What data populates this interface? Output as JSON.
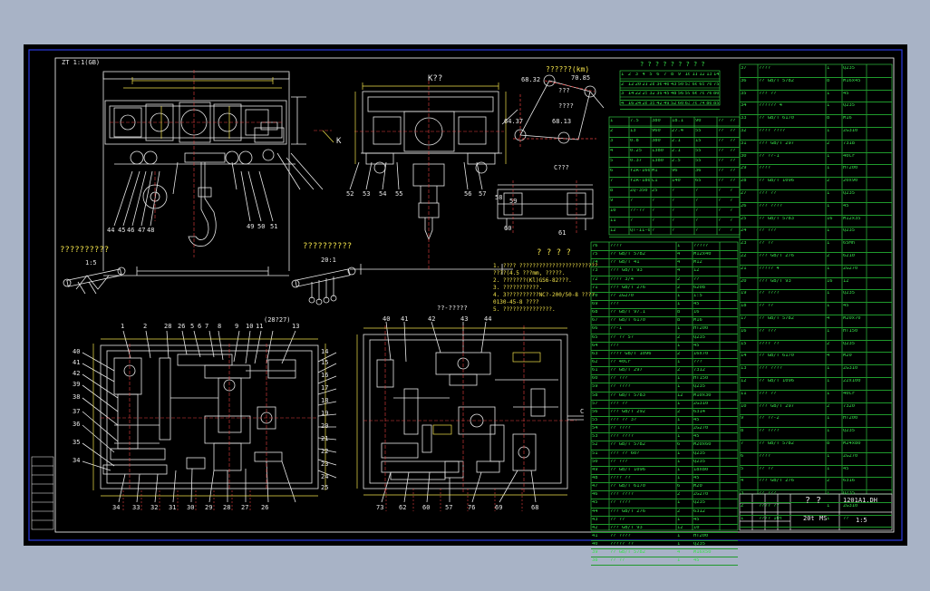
{
  "drawing": {
    "view_labels": {
      "top_left": "1:5",
      "top_left_code": "ZT 1:1(GB)",
      "side_view": "K??",
      "detail_title": "??????(km)",
      "left_caption": "??????????",
      "left_scale": "1:5",
      "mid_caption": "??????????",
      "mid_scale": "20:1",
      "detail_bottom": "C???",
      "notes_title": "? ? ? ?",
      "plan_right_title": "??-?????",
      "plan_left_label": "(28?27)",
      "section_c": "C"
    },
    "detail_dims": {
      "a": "68.32",
      "b": "70.85",
      "c": "64.37",
      "d": "68.13",
      "mid": "???",
      "b2": "????"
    },
    "notes": [
      "1. ???? ????????????????????????.",
      "   ????(4.5 ???mm, ?????.",
      "2. ???????(Kl)GS6-82???.",
      "3. ???????????.",
      "4. 3??????????NC?-200/50-8 ????",
      "   0130-45-8 ????",
      "5. ???????????????."
    ],
    "callouts_top": [
      "1",
      "2",
      "28",
      "26",
      "5",
      "6",
      "7",
      "8",
      "9",
      "10",
      "11",
      "13"
    ],
    "callouts_left": [
      "40",
      "41",
      "42",
      "39",
      "38",
      "37",
      "36",
      "35",
      "34"
    ],
    "callouts_right": [
      "14",
      "15",
      "16",
      "17",
      "18",
      "19",
      "20",
      "21",
      "22",
      "23",
      "24",
      "25"
    ],
    "callouts_bottom": [
      "34",
      "33",
      "32",
      "31",
      "30",
      "29",
      "28",
      "27",
      "26"
    ],
    "callouts_plan_top": [
      "40",
      "41",
      "42",
      "43",
      "44"
    ],
    "callouts_plan_bottom": [
      "73",
      "62",
      "60",
      "57",
      "76",
      "69",
      "68"
    ],
    "side_callouts": [
      "52",
      "53",
      "54",
      "55",
      "56",
      "57",
      "58",
      "59",
      "60",
      "61"
    ],
    "front_callouts": [
      "44",
      "45",
      "46",
      "47",
      "48",
      "49",
      "50",
      "51",
      "K"
    ]
  },
  "tables": {
    "top_title": "? ? ? ? ? ? ? ? ?",
    "param_table": [
      [
        "1",
        "2",
        "3",
        "4",
        "5",
        "6",
        "7",
        "8",
        "9",
        "10",
        "11",
        "12",
        "13",
        "14"
      ],
      [
        "2",
        "12",
        "20",
        "21",
        "28",
        "36",
        "40",
        "43",
        "50",
        "53",
        "60",
        "65",
        "70",
        "75"
      ],
      [
        "3",
        "14",
        "22",
        "25",
        "32",
        "39",
        "45",
        "48",
        "56",
        "59",
        "66",
        "70",
        "76",
        "80"
      ],
      [
        "4",
        "16",
        "24",
        "28",
        "35",
        "42",
        "49",
        "52",
        "60",
        "63",
        "70",
        "74",
        "80",
        "85"
      ]
    ],
    "spec_header": [
      "??",
      "???",
      "??",
      "???",
      "??"
    ],
    "spec_rows": [
      [
        "1",
        "7.5",
        "380",
        "18.1",
        "90",
        "??",
        "??"
      ],
      [
        "2",
        "13",
        "960",
        "27.4",
        "55",
        "??",
        "??"
      ],
      [
        "3",
        "0.8",
        "380",
        "2.1",
        "15",
        "??",
        "??"
      ],
      [
        "4",
        "0.25",
        "1380",
        "2.1",
        "55",
        "??",
        "??"
      ],
      [
        "5",
        "0.37",
        "1380",
        "2.5",
        "55",
        "??",
        "??"
      ],
      [
        "6",
        "YZR-160",
        "M1",
        "96",
        "36",
        "??",
        "??"
      ],
      [
        "7",
        "YZR-180",
        "L1",
        "140",
        "65",
        "??",
        "??"
      ],
      [
        "8",
        "ZQ-350",
        "25",
        "?",
        "?",
        "?",
        "?"
      ],
      [
        "9",
        "?",
        "?",
        "?",
        "?",
        "?",
        "?"
      ],
      [
        "10",
        "??-??",
        "?",
        "?",
        "?",
        "?",
        "?"
      ],
      [
        "11",
        "?",
        "?",
        "?",
        "?",
        "?",
        "?"
      ],
      [
        "12",
        "QT-11-0",
        "?",
        "?",
        "?",
        "?",
        "?"
      ]
    ],
    "bom_left": [
      [
        "76",
        "????",
        "1",
        "?????"
      ],
      [
        "75",
        "?? GB/T 5782",
        "4",
        "M12x40"
      ],
      [
        "74",
        "?? GB/T 41",
        "4",
        "M12"
      ],
      [
        "73",
        "??? GB/T 93",
        "4",
        "12"
      ],
      [
        "72",
        "???? 3/4",
        "2",
        "??"
      ],
      [
        "71",
        "??? GB/T 276",
        "2",
        "6208"
      ],
      [
        "70",
        "?? ZG270",
        "1",
        "1:5"
      ],
      [
        "69",
        "???",
        "1",
        "45"
      ],
      [
        "68",
        "?? GB/T 97.1",
        "8",
        "16"
      ],
      [
        "67",
        "?? GB/T 6170",
        "8",
        "M16"
      ],
      [
        "66",
        "??-1",
        "1",
        "HT200"
      ],
      [
        "65",
        "?? ?? 5?",
        "2",
        "Q235"
      ],
      [
        "64",
        "???",
        "1",
        "45"
      ],
      [
        "63",
        "???? GB/T 1096",
        "2",
        "16x70"
      ],
      [
        "62",
        "?? 40Cr",
        "1",
        "???"
      ],
      [
        "61",
        "?? GB/T 297",
        "2",
        "7312"
      ],
      [
        "60",
        "?? ???",
        "1",
        "HT150"
      ],
      [
        "59",
        "?? ????",
        "1",
        "Q235"
      ],
      [
        "58",
        "?? GB/T 5783",
        "12",
        "M10x30"
      ],
      [
        "57",
        "??? ??",
        "1",
        "ZG310"
      ],
      [
        "56",
        "??? GB/T 292",
        "2",
        "6314"
      ],
      [
        "55",
        "??? ?? 3?",
        "1",
        "45"
      ],
      [
        "54",
        "?? ????",
        "1",
        "ZG270"
      ],
      [
        "53",
        "??? ????",
        "1",
        "45"
      ],
      [
        "52",
        "?? GB/T 5782",
        "6",
        "M20x60"
      ],
      [
        "51",
        "??? ?? 60?",
        "1",
        "Q235"
      ],
      [
        "50",
        "?? ???",
        "1",
        "Q235"
      ],
      [
        "49",
        "?? GB/T 1096",
        "1",
        "18x80"
      ],
      [
        "48",
        "???? ??",
        "1",
        "45"
      ],
      [
        "47",
        "?? GB/T 6170",
        "6",
        "M20"
      ],
      [
        "46",
        "??? ????",
        "2",
        "ZG270"
      ],
      [
        "45",
        "?? ????",
        "1",
        "Q235"
      ],
      [
        "44",
        "??? GB/T 276",
        "2",
        "6312"
      ],
      [
        "43",
        "?? ??",
        "1",
        "45"
      ],
      [
        "42",
        "??? GB/T 93",
        "12",
        "10"
      ],
      [
        "41",
        "?? ????",
        "1",
        "HT200"
      ],
      [
        "40",
        "????? ??",
        "1",
        "Q235"
      ],
      [
        "39",
        "?? GB/T 5782",
        "4",
        "M16x50"
      ],
      [
        "38",
        "?? ??",
        "1",
        "45"
      ]
    ],
    "bom_right": [
      [
        "37",
        "????",
        "1",
        "Q235"
      ],
      [
        "36",
        "?? GB/T 5782",
        "8",
        "M16x45"
      ],
      [
        "35",
        "??? ??",
        "1",
        "45"
      ],
      [
        "34",
        "?????? 4",
        "1",
        "Q235"
      ],
      [
        "33",
        "?? GB/T 6170",
        "8",
        "M16"
      ],
      [
        "32",
        "???? ????",
        "1",
        "ZG310"
      ],
      [
        "31",
        "??? GB/T 297",
        "2",
        "7318"
      ],
      [
        "30",
        "?? ??-1",
        "1",
        "40Cr"
      ],
      [
        "29",
        "????",
        "1",
        "HT200"
      ],
      [
        "28",
        "?? GB/T 1096",
        "2",
        "20x90"
      ],
      [
        "27",
        "??? ??",
        "1",
        "Q235"
      ],
      [
        "26",
        "??? ????",
        "1",
        "45"
      ],
      [
        "25",
        "?? GB/T 5783",
        "16",
        "M12x35"
      ],
      [
        "24",
        "?? ???",
        "1",
        "Q235"
      ],
      [
        "23",
        "?? ??",
        "1",
        "65Mn"
      ],
      [
        "22",
        "??? GB/T 276",
        "2",
        "6210"
      ],
      [
        "21",
        "????? 4",
        "1",
        "ZG270"
      ],
      [
        "20",
        "??? GB/T 93",
        "16",
        "12"
      ],
      [
        "19",
        "?? ????",
        "1",
        "Q235"
      ],
      [
        "18",
        "?? ??",
        "1",
        "45"
      ],
      [
        "17",
        "?? GB/T 5782",
        "4",
        "M20x70"
      ],
      [
        "16",
        "?? ???",
        "1",
        "HT150"
      ],
      [
        "15",
        "???? ??",
        "2",
        "Q235"
      ],
      [
        "14",
        "?? GB/T 6170",
        "4",
        "M20"
      ],
      [
        "13",
        "??? ????",
        "1",
        "ZG310"
      ],
      [
        "12",
        "?? GB/T 1096",
        "1",
        "22x100"
      ],
      [
        "11",
        "??? ??",
        "1",
        "40Cr"
      ],
      [
        "10",
        "??? GB/T 297",
        "2",
        "7320"
      ],
      [
        "9",
        "?? ??-2",
        "1",
        "HT200"
      ],
      [
        "8",
        "?? ????",
        "1",
        "Q235"
      ],
      [
        "7",
        "?? GB/T 5782",
        "8",
        "M24x80"
      ],
      [
        "6",
        "????",
        "1",
        "ZG270"
      ],
      [
        "5",
        "?? ??",
        "1",
        "45"
      ],
      [
        "4",
        "??? GB/T 276",
        "2",
        "6316"
      ],
      [
        "3",
        "?? ???",
        "1",
        "Q235"
      ],
      [
        "2",
        "???? ??",
        "1",
        "ZG310"
      ],
      [
        "1",
        "???? 10t",
        "1",
        "??"
      ]
    ],
    "title_block": {
      "name": "? ?",
      "code": "1201A1.DH",
      "scale": "1:5",
      "sheet": "20t",
      "mat": "MS"
    }
  }
}
